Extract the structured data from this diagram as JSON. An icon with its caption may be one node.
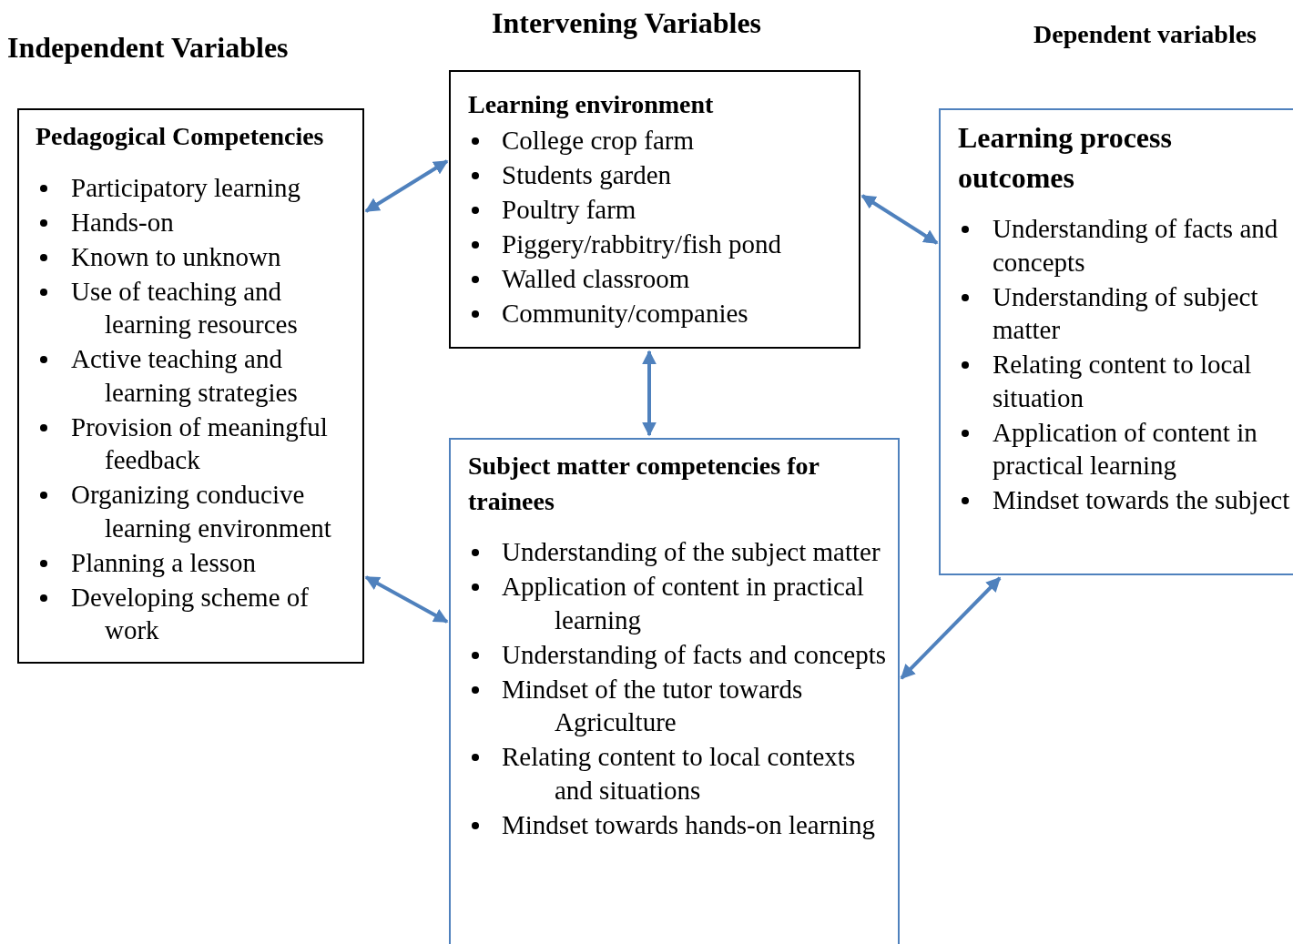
{
  "diagram": {
    "nodes": [
      {
        "text": [
          "Pedagogical Competencies",
          "Participatory learning",
          "Hands-on",
          "Known to unknown",
          "Use of teaching and learning resources",
          "Active teaching and learning strategies",
          "Provision of meaningful feedback",
          "Organizing conducive learning environment",
          "Planning a lesson",
          "Developing scheme of work"
        ]
      },
      {
        "text": [
          "Learning environment",
          "College crop farm",
          "Students garden",
          "Poultry farm",
          "Piggery/rabbitry/fish pond",
          "Walled classroom",
          "Community/companies"
        ]
      },
      {
        "text": [
          "Subject matter competencies for trainees",
          "Understanding of the subject matter",
          "Application of content in practical learning",
          "Understanding of facts and concepts",
          "Mindset of the tutor towards Agriculture",
          "Relating content to local contexts and situations",
          "Mindset towards hands-on learning"
        ]
      },
      {
        "text": [
          "Learning process outcomes",
          "Understanding of facts and concepts",
          "Understanding of subject matter",
          "Relating content to local situation",
          "Application of content in practical learning",
          "Mindset towards the subject"
        ]
      }
    ],
    "edges": [
      {
        "from": 0,
        "to": 1,
        "arrow": "both"
      },
      {
        "from": 1,
        "to": 3,
        "arrow": "both"
      },
      {
        "from": 1,
        "to": 2,
        "arrow": "both"
      },
      {
        "from": 0,
        "to": 2,
        "arrow": "both"
      },
      {
        "from": 2,
        "to": 3,
        "arrow": "both"
      }
    ],
    "labels": [
      "Independent Variables",
      "Intervening Variables",
      "Dependent variables"
    ]
  }
}
